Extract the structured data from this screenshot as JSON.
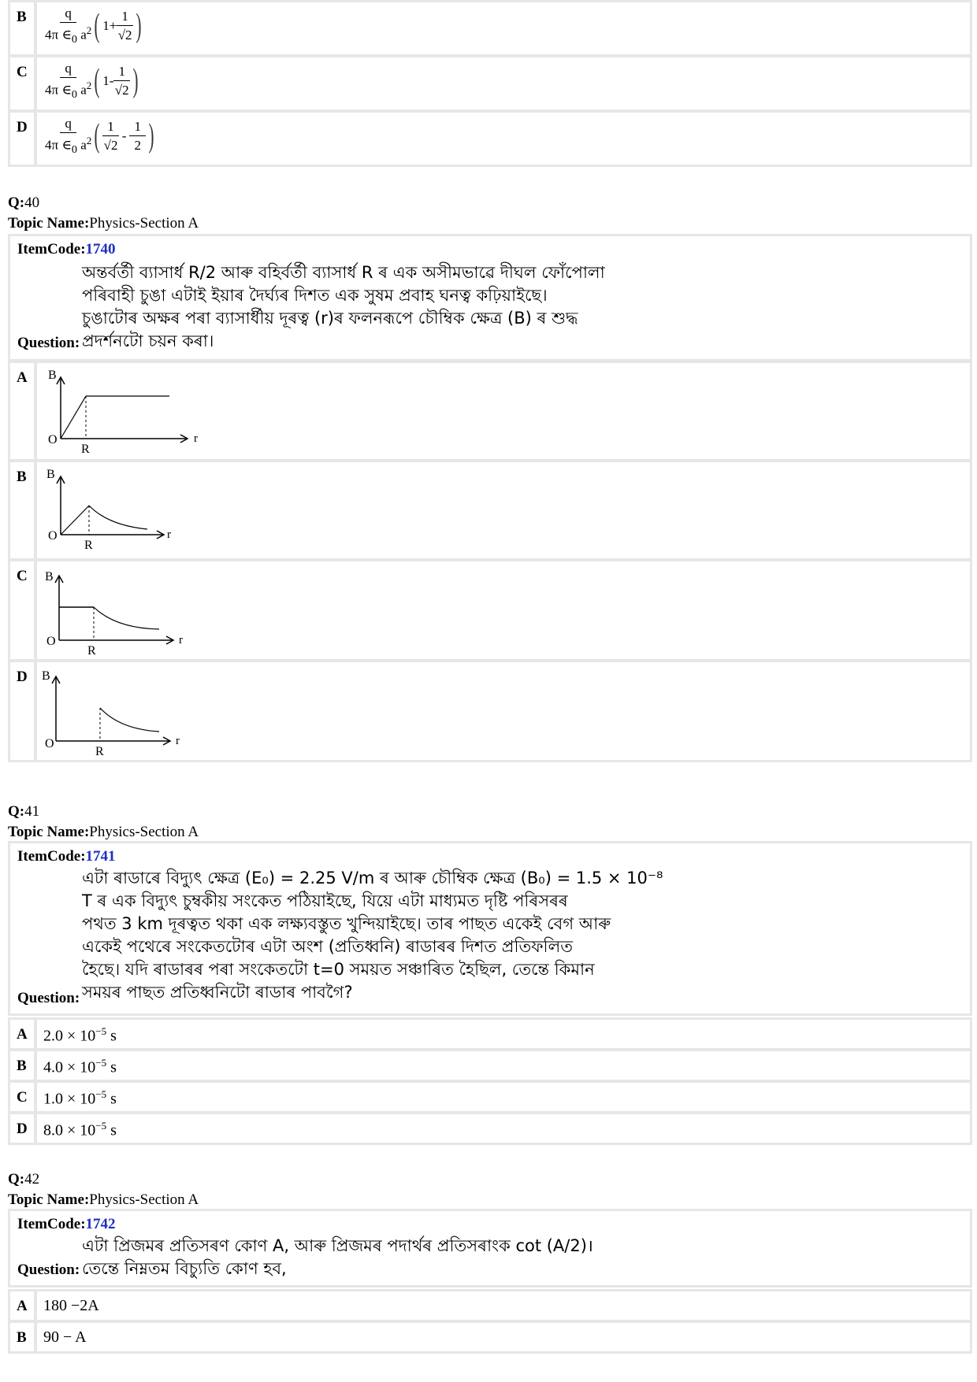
{
  "top_options": [
    {
      "letter": "B",
      "numerator": "q",
      "denominator": "4π ∈",
      "den_sub": "0",
      "den_tail": " a",
      "den_sup": "2",
      "inner_a": "1+",
      "inner_frac_num": "1",
      "inner_frac_den": "√2",
      "inner_b": "",
      "inner_b_num": "",
      "inner_b_den": ""
    },
    {
      "letter": "C",
      "numerator": "q",
      "denominator": "4π ∈",
      "den_sub": "0",
      "den_tail": " a",
      "den_sup": "2",
      "inner_a": "1-",
      "inner_frac_num": "1",
      "inner_frac_den": "√2",
      "inner_b": "",
      "inner_b_num": "",
      "inner_b_den": ""
    },
    {
      "letter": "D",
      "numerator": "q",
      "denominator": "4π ∈",
      "den_sub": "0",
      "den_tail": " a",
      "den_sup": "2",
      "inner_a": "",
      "inner_frac_num": "1",
      "inner_frac_den": "√2",
      "inner_b": "-",
      "inner_b_num": "1",
      "inner_b_den": "2"
    }
  ],
  "q40": {
    "q_label": "Q:",
    "q_num": "40",
    "topic_label": "Topic Name:",
    "topic": "Physics-Section A",
    "itemcode_label": "ItemCode:",
    "itemcode": "1740",
    "question_label": "Question:",
    "text_lines": [
      "অন্তৰ্বৰ্তী ব্যাসাৰ্ধ R/2 আৰু বহিৰ্বৰ্তী ব্যাসাৰ্ধ R ৰ এক অসীমভাৱে দীঘল ফোঁপোলা",
      "পৰিবাহী চুঙা এটাই ইয়াৰ দৈৰ্ঘ্যৰ দিশত এক সুষম প্ৰবাহ ঘনত্ব কঢ়িয়াইছে।",
      "চুঙাটোৰ অক্ষৰ পৰা ব্যাসাৰ্ধীয় দূৰত্ব (r)ৰ ফলনৰূপে চৌম্বিক ক্ষেত্ৰ (B) ৰ শুদ্ধ",
      "প্ৰদৰ্শনটো চয়ন কৰা।"
    ],
    "options": [
      "A",
      "B",
      "C",
      "D"
    ],
    "graph_labels": {
      "y": "B",
      "x": "r",
      "origin": "O",
      "mark": "R"
    }
  },
  "q41": {
    "q_label": "Q:",
    "q_num": "41",
    "topic_label": "Topic Name:",
    "topic": "Physics-Section A",
    "itemcode_label": "ItemCode:",
    "itemcode": "1741",
    "question_label": "Question:",
    "text_lines": [
      "এটা ৰাডাৰে বিদ্যুৎ ক্ষেত্ৰ (E₀) = 2.25 V/m ৰ আৰু চৌম্বিক ক্ষেত্ৰ (B₀) = 1.5 × 10⁻⁸",
      "T ৰ এক বিদ্যুৎ চুম্বকীয় সংকেত পঠিয়াইছে, যিয়ে এটা মাধ্যমত দৃষ্টি পৰিসৰৰ",
      "পথত 3 km দূৰত্বত থকা এক লক্ষ্যবস্তুত খুন্দিয়াইছে। তাৰ পাছত একেই বেগ আৰু",
      "একেই পথেৰে সংকেতটোৰ এটা অংশ (প্ৰতিধ্বনি) ৰাডাৰৰ দিশত প্ৰতিফলিত",
      "হৈছে। যদি ৰাডাৰৰ পৰা সংকেতটো t=0 সময়ত সঞ্চাৰিত হৈছিল, তেন্তে কিমান",
      "সময়ৰ পাছত প্ৰতিধ্বনিটো ৰাডাৰ পাবগৈ?"
    ],
    "options": [
      {
        "letter": "A",
        "mant": "2.0 × 10",
        "exp": "−5",
        "unit": " s"
      },
      {
        "letter": "B",
        "mant": "4.0 × 10",
        "exp": "−5",
        "unit": " s"
      },
      {
        "letter": "C",
        "mant": "1.0 × 10",
        "exp": "−5",
        "unit": " s"
      },
      {
        "letter": "D",
        "mant": "8.0 × 10",
        "exp": "−5",
        "unit": " s"
      }
    ]
  },
  "q42": {
    "q_label": "Q:",
    "q_num": "42",
    "topic_label": "Topic Name:",
    "topic": "Physics-Section A",
    "itemcode_label": "ItemCode:",
    "itemcode": "1742",
    "question_label": "Question:",
    "text_lines": [
      "এটা প্ৰিজমৰ প্ৰতিসৰণ কোণ A, আৰু প্ৰিজমৰ পদাৰ্থৰ প্ৰতিসৰাংক cot (A/2)।",
      "তেন্তে নিম্নতম বিচ্যুতি কোণ হব,"
    ],
    "options": [
      {
        "letter": "A",
        "text": "180 −2A"
      },
      {
        "letter": "B",
        "text": "90 − A"
      }
    ]
  }
}
